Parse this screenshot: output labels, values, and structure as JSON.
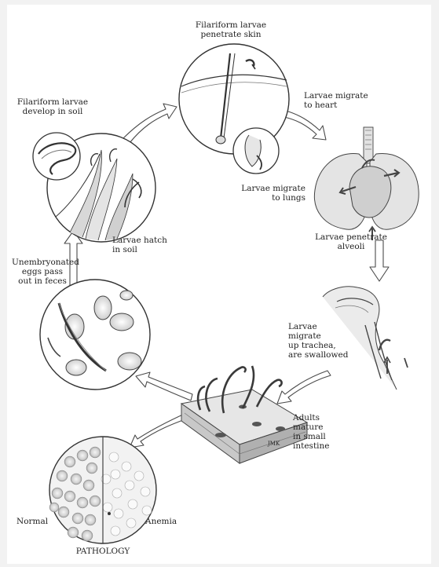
{
  "labels": {
    "filariform_penetrate": "Filariform larvae\npenetrate skin",
    "migrate_heart": "Larvae migrate\nto heart",
    "filariform_develop": "Filariform larvae\ndevelop in soil",
    "migrate_lungs": "Larvae migrate\nto lungs",
    "penetrate_alveoli": "Larvae penetrate\nalveoli",
    "hatch_soil": "Larvae hatch\nin soil",
    "eggs_feces": "Unembryonated\neggs pass\nout in feces",
    "migrate_trachea": "Larvae\nmigrate\nup trachea,\nare swallowed",
    "adults_mature": "Adults\nmature\nin small\nintestine",
    "normal": "Normal",
    "anemia": "Anemia",
    "pathology": "PATHOLOGY",
    "artist_initials": "JMK"
  },
  "colors": {
    "ink": "#3a3a3a",
    "shade": "#9a9a9a",
    "arrow_fill": "#ffffff",
    "cell": "#bdbdbd"
  }
}
